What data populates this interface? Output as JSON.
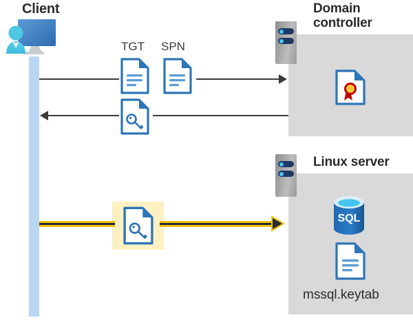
{
  "diagram": {
    "title": "Kerberos authentication flow between client, domain controller and Linux server",
    "colors": {
      "panel_gray": "#d9d9d9",
      "lifeline_blue": "#b9d7f4",
      "highlight_yellow": "#fdf0c3",
      "arrow_yellow": "#f0c419",
      "arrow_dark": "#2b2b2b",
      "doc_blue": "#2e75b6",
      "sql_blue": "#1f68b0",
      "seal_red": "#c00000",
      "seal_gold": "#ffc000",
      "rack_navy": "#1f3864",
      "rack_led": "#4cc6ef",
      "text_dark": "#2b2b2b"
    },
    "actors": {
      "client": {
        "label": "Client",
        "icon": "user-computer-icon",
        "lifeline": "client-lifeline"
      },
      "domain_controller": {
        "label": "Domain\ncontroller",
        "label_line1": "Domain",
        "label_line2": "controller",
        "icon": "server-rack-icon",
        "contents": [
          {
            "name": "certificate-icon",
            "label": ""
          }
        ]
      },
      "linux_server": {
        "label": "Linux server",
        "icon": "server-rack-icon",
        "contents": [
          {
            "name": "sql-database-icon",
            "label": "SQL"
          },
          {
            "name": "keytab-file-icon",
            "label": "mssql.keytab"
          }
        ]
      }
    },
    "messages": [
      {
        "id": "msg-request",
        "direction": "right",
        "from": "client",
        "to": "domain_controller",
        "style": "thin-black",
        "artifacts": [
          {
            "name": "tgt-document-icon",
            "label": "TGT"
          },
          {
            "name": "spn-document-icon",
            "label": "SPN"
          }
        ]
      },
      {
        "id": "msg-response",
        "direction": "left",
        "from": "domain_controller",
        "to": "client",
        "style": "thin-black",
        "artifacts": [
          {
            "name": "service-ticket-icon",
            "label": ""
          }
        ]
      },
      {
        "id": "msg-service-ticket",
        "direction": "right",
        "from": "client",
        "to": "linux_server",
        "style": "thick-yellow-highlighted",
        "artifacts": [
          {
            "name": "service-ticket-icon",
            "label": ""
          }
        ]
      }
    ],
    "labels": {
      "tgt": "TGT",
      "spn": "SPN",
      "sql": "SQL",
      "keytab": "mssql.keytab",
      "client": "Client",
      "dc_line1": "Domain",
      "dc_line2": "controller",
      "linux": "Linux server"
    }
  }
}
